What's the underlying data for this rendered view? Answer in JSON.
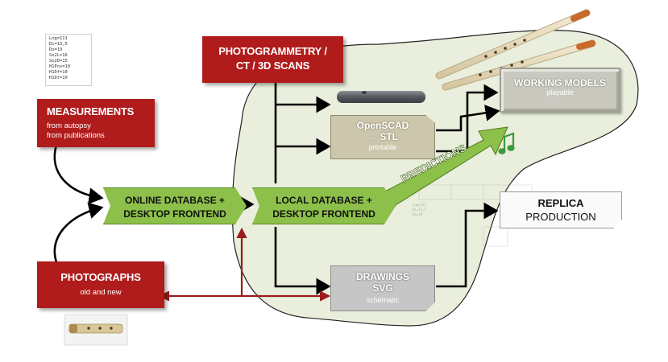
{
  "params": [
    "Lng=111",
    "Di=13,5",
    "Do=19",
    "So2L=16",
    "So2D=15",
    "H1Pos=10",
    "H1Df=10",
    "H1Dt=10"
  ],
  "measurements": {
    "title": "MEASUREMENTS",
    "line1": "from autopsy",
    "line2": "from publications"
  },
  "photogrammetry": {
    "line1": "PHOTOGRAMMETRY /",
    "line2": "CT /  3D SCANS"
  },
  "photographs": {
    "title": "PHOTOGRAPHS",
    "sub": "old and new"
  },
  "online_db": {
    "line1": "ONLINE DATABASE +",
    "line2": "DESKTOP FRONTEND"
  },
  "local_db": {
    "line1": "LOCAL DATABASE +",
    "line2": "DESKTOP FRONTEND"
  },
  "openscad": {
    "line1": "OpenSCAD",
    "line2": "→ STL",
    "sub": "printable"
  },
  "drawings": {
    "line1": "DRAWINGS",
    "line2": "SVG",
    "sub": "schematic"
  },
  "working_models": {
    "title": "WORKING MODELS",
    "sub": "playable"
  },
  "replica": {
    "line1": "REPLICA",
    "line2": "PRODUCTION"
  },
  "predictions": "PREDICTIONS",
  "colors": {
    "red": "#b01c1c",
    "green": "#8dc04a",
    "blob": "#e9efdc",
    "tan": "#cbc6ac",
    "gray": "#c6c6c6"
  }
}
